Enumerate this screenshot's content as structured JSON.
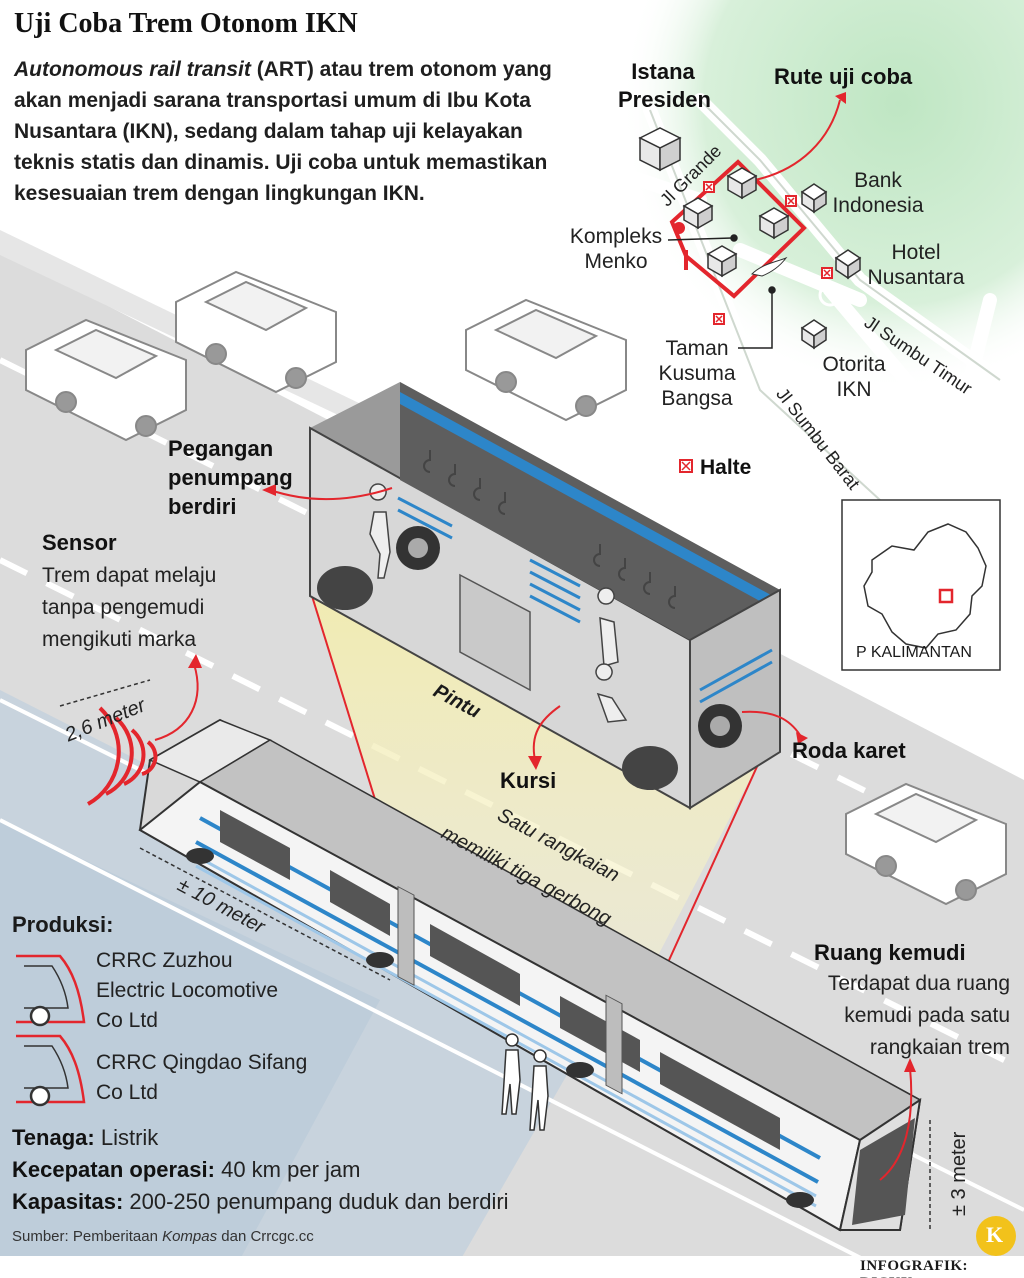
{
  "title": "Uji Coba Trem Otonom IKN",
  "intro": {
    "lead": "Autonomous rail transit",
    "body": " (ART) atau trem otonom yang akan menjadi sarana transportasi umum di Ibu Kota Nusantara (IKN), sedang dalam tahap uji kelayakan teknis statis dan dinamis. Uji coba untuk memastikan kesesuaian trem dengan lingkungan IKN."
  },
  "map": {
    "istana": "Istana Presiden",
    "rute": "Rute uji coba",
    "bank": "Bank Indonesia",
    "hotel": "Hotel Nusantara",
    "kompleks": "Kompleks Menko",
    "taman": "Taman Kusuma Bangsa",
    "otorita": "Otorita IKN",
    "jl_grande": "Jl Grande",
    "jl_timur": "Jl Sumbu Timur",
    "jl_barat": "Jl Sumbu Barat",
    "halte": "Halte",
    "kalimantan": "P KALIMANTAN"
  },
  "callouts": {
    "pegangan": "Pegangan penumpang berdiri",
    "sensor_title": "Sensor",
    "sensor_text": "Trem dapat melaju tanpa pengemudi mengikuti marka",
    "pintu": "Pintu",
    "kursi": "Kursi",
    "roda": "Roda karet",
    "rangkaian_1": "Satu rangkaian",
    "rangkaian_2": "memiliki tiga gerbong",
    "lebar": "2,6 meter",
    "panjang": "± 10 meter",
    "tinggi": "± 3 meter",
    "ruang_title": "Ruang kemudi",
    "ruang_text": "Terdapat dua ruang kemudi pada satu rangkaian trem"
  },
  "produksi": {
    "title": "Produksi:",
    "maker1": "CRRC Zuzhou Electric Locomotive Co Ltd",
    "maker2": "CRRC Qingdao Sifang Co Ltd"
  },
  "specs": {
    "tenaga_label": "Tenaga:",
    "tenaga_value": " Listrik",
    "kecepatan_label": "Kecepatan operasi:",
    "kecepatan_value": " 40 km per jam",
    "kapasitas_label": "Kapasitas:",
    "kapasitas_value": " 200-250 penumpang duduk dan berdiri"
  },
  "source": {
    "prefix": "Sumber: Pemberitaan ",
    "pub": "Kompas",
    "suffix": " dan Crrcgc.cc"
  },
  "credit": "INFOGRAFIK: DICKY",
  "logo_letter": "K",
  "colors": {
    "accent_red": "#e3262d",
    "map_green": "#c9eacc",
    "road_gray": "#d6d6d6",
    "tram_blue": "#2d86c9",
    "logo_yellow": "#f2c21b"
  }
}
